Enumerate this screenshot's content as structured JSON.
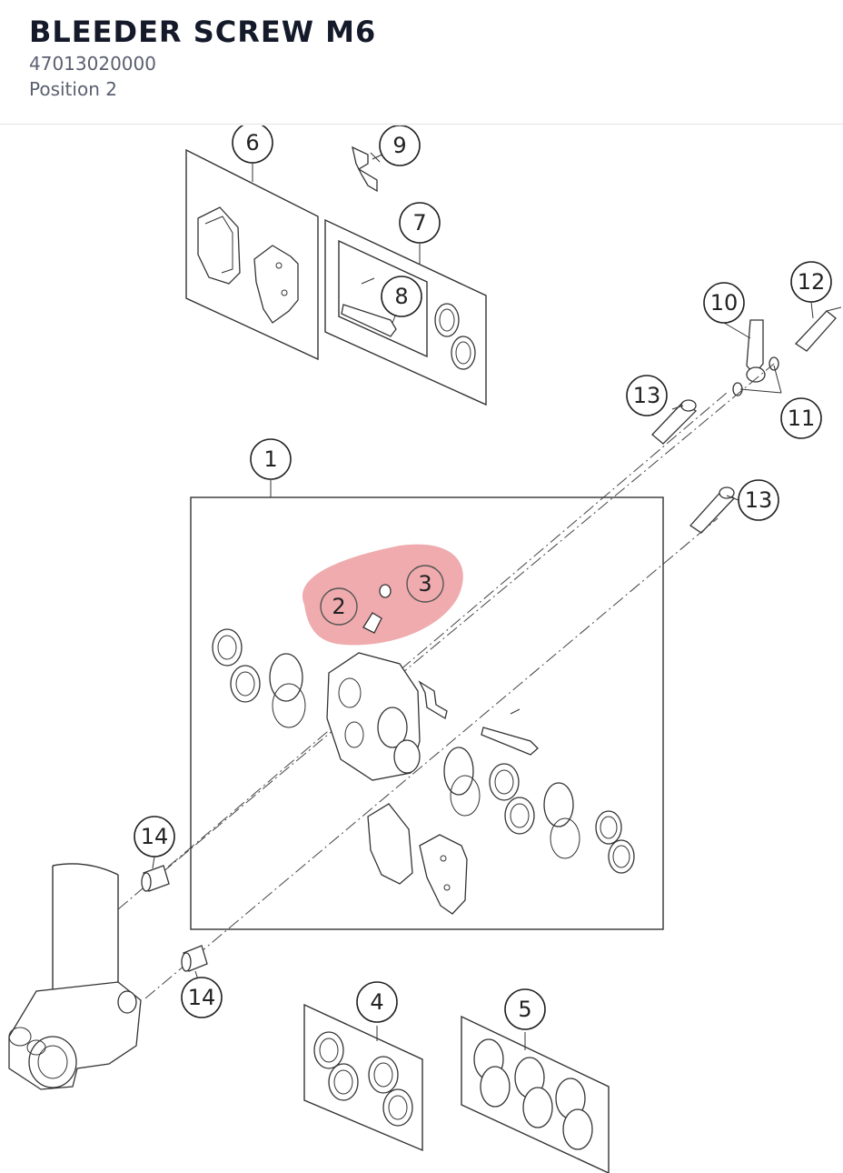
{
  "header": {
    "title": "BLEEDER SCREW M6",
    "part_number": "47013020000",
    "position": "Position 2"
  },
  "highlight": {
    "color": "#e8888a"
  },
  "labels": [
    {
      "id": "1",
      "text": "1"
    },
    {
      "id": "2",
      "text": "2"
    },
    {
      "id": "3",
      "text": "3"
    },
    {
      "id": "4",
      "text": "4"
    },
    {
      "id": "5",
      "text": "5"
    },
    {
      "id": "6",
      "text": "6"
    },
    {
      "id": "7",
      "text": "7"
    },
    {
      "id": "8",
      "text": "8"
    },
    {
      "id": "9",
      "text": "9"
    },
    {
      "id": "10",
      "text": "10"
    },
    {
      "id": "11",
      "text": "11"
    },
    {
      "id": "12",
      "text": "12"
    },
    {
      "id": "13a",
      "text": "13"
    },
    {
      "id": "13b",
      "text": "13"
    },
    {
      "id": "14a",
      "text": "14"
    },
    {
      "id": "14b",
      "text": "14"
    }
  ]
}
